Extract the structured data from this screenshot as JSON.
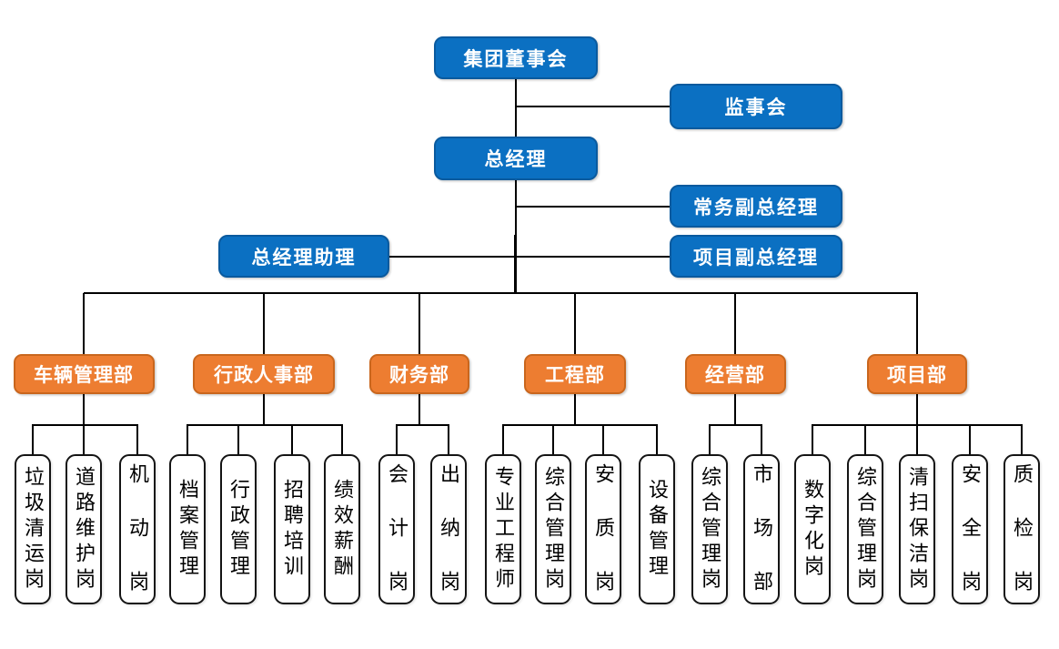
{
  "palette": {
    "executive_fill": "#0B70C2",
    "executive_border": "#0A5A9E",
    "department_fill": "#ED7D31",
    "department_border": "#C9661D",
    "position_fill": "#FFFFFF",
    "position_border": "#141414",
    "connector": "#000000",
    "text_on_color": "#FFFFFF",
    "text_on_white": "#000000"
  },
  "executives": {
    "board": {
      "label": "集团董事会"
    },
    "supervisory": {
      "label": "监事会"
    },
    "gm": {
      "label": "总经理"
    },
    "exec_deputy": {
      "label": "常务副总经理"
    },
    "gm_assistant": {
      "label": "总经理助理"
    },
    "project_deputy": {
      "label": "项目副总经理"
    }
  },
  "departments": [
    {
      "label": "车辆管理部",
      "children": [
        "垃圾清运岗",
        "道路维护岗",
        "机 动 岗"
      ]
    },
    {
      "label": "行政人事部",
      "children": [
        "档案管理",
        "行政管理",
        "招聘培训",
        "绩效薪酬"
      ]
    },
    {
      "label": "财务部",
      "children": [
        "会 计 岗",
        "出 纳 岗"
      ]
    },
    {
      "label": "工程部",
      "children": [
        "专业工程师",
        "综合管理岗",
        "安 质 岗",
        "设备管理"
      ]
    },
    {
      "label": "经营部",
      "children": [
        "综合管理岗",
        "市 场 部"
      ]
    },
    {
      "label": "项目部",
      "children": [
        "数字化岗",
        "综合管理岗",
        "清扫保洁岗",
        "安 全 岗",
        "质 检 岗"
      ]
    }
  ]
}
